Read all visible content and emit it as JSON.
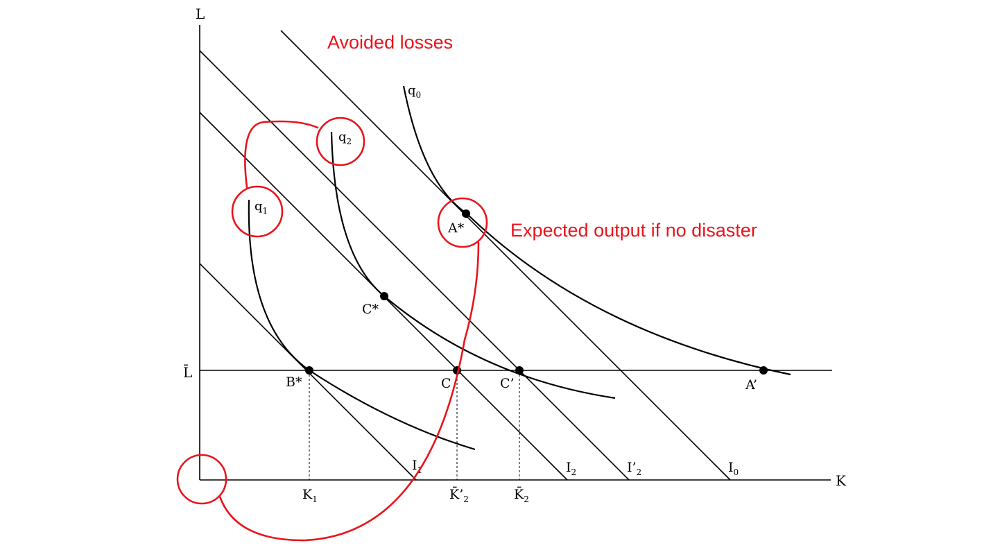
{
  "colors": {
    "ink": "#000000",
    "annotation": "#e8141c"
  },
  "axes": {
    "y_label": "L",
    "x_label": "K",
    "l_bar_label": "L̄"
  },
  "curves": {
    "q0": "q",
    "q0_sub": "0",
    "q1": "q",
    "q1_sub": "1",
    "q2": "q",
    "q2_sub": "2"
  },
  "points": {
    "a_star": "A*",
    "a_prime": "A’",
    "b_star": "B*",
    "c_star": "C*",
    "c": "C",
    "c_prime": "C’"
  },
  "isocost": {
    "i1": "I",
    "i1_sub": "1",
    "i2": "I",
    "i2_sub": "2",
    "i2p": "I’",
    "i2p_sub": "2",
    "i0": "I",
    "i0_sub": "0"
  },
  "k_ticks": {
    "k1": "K",
    "k1_sub": "1",
    "k2p": "K̄’",
    "k2p_sub": "2",
    "k2": "K̄",
    "k2_sub": "2"
  },
  "annotations": {
    "avoided_losses": "Avoided losses",
    "expected_output": "Expected output if no disaster"
  }
}
